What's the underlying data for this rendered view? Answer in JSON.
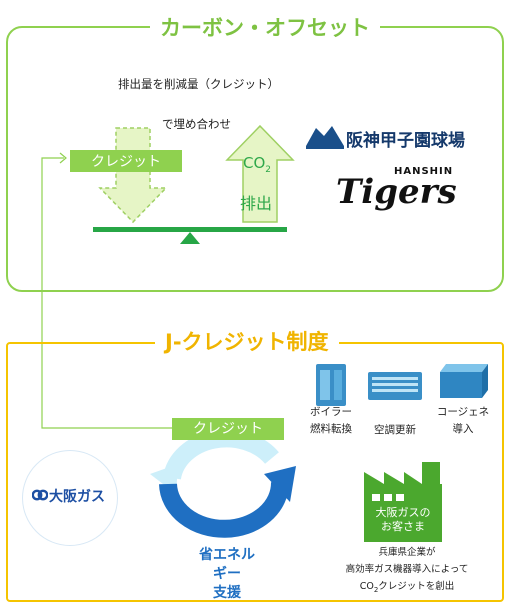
{
  "carbon_offset": {
    "title": "カーボン・オフセット",
    "explain_line1": "排出量を削減量（クレジット）",
    "explain_line2": "で埋め合わせ",
    "credit_label": "クレジット",
    "co2_prefix": "CO",
    "co2_sub": "2",
    "emission_label": "排出",
    "koshien_name": "阪神甲子園球場",
    "tigers_top": "HANSHIN",
    "tigers_main": "Tigers"
  },
  "j_credit": {
    "title": "J-クレジット制度",
    "credit_label": "クレジット",
    "support_line1": "省エネルギー",
    "support_line2": "支援",
    "osaka_gas_logo": "大阪ガス",
    "equipment": [
      {
        "line1": "ボイラー",
        "line2": "燃料転換",
        "icon": "boiler-icon"
      },
      {
        "line1": "空調更新",
        "line2": "",
        "icon": "air-conditioner-icon"
      },
      {
        "line1": "コージェネ",
        "line2": "導入",
        "icon": "cogeneration-icon"
      }
    ],
    "factory_line1": "大阪ガスの",
    "factory_line2": "お客さま",
    "note_line1": "兵庫県企業が",
    "note_line2": "高効率ガス機器導入によって",
    "note_line3_prefix": "CO",
    "note_line3_sub": "2",
    "note_line3_suffix": "クレジットを創出"
  },
  "colors": {
    "carbon_green": "#8fd14f",
    "j_credit_yellow": "#f5c400",
    "arrow_blue": "#1f6fc2",
    "arrow_light_blue": "#cdeffa",
    "balance_green": "#27a646"
  }
}
